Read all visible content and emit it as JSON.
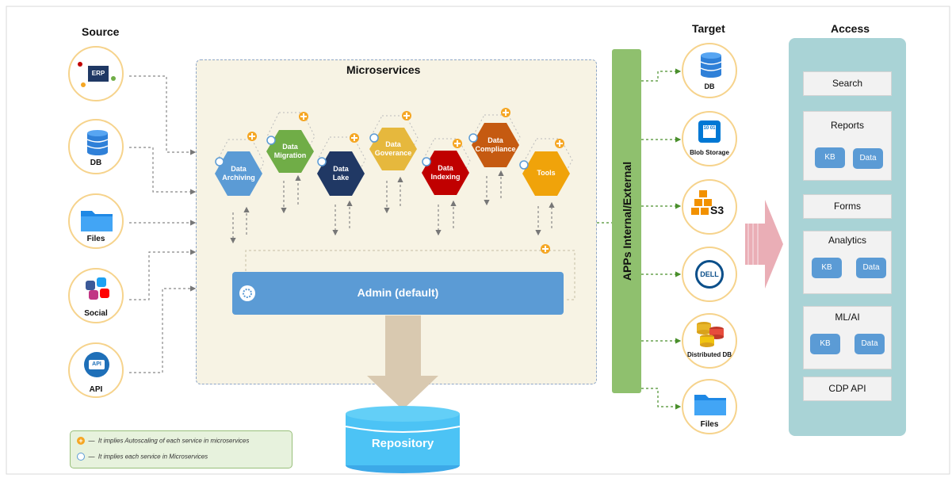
{
  "sections": {
    "source": "Source",
    "microservices": "Microservices",
    "target": "Target",
    "access": "Access"
  },
  "sources": [
    {
      "label": "",
      "icon": "erp-icon",
      "inner": "ERP"
    },
    {
      "label": "DB",
      "icon": "database-icon"
    },
    {
      "label": "Files",
      "icon": "folder-icon"
    },
    {
      "label": "Social",
      "icon": "social-icon"
    },
    {
      "label": "API",
      "icon": "api-icon",
      "inner": "API"
    }
  ],
  "services": [
    {
      "line1": "Data",
      "line2": "Archiving",
      "color": "#5b9bd5"
    },
    {
      "line1": "Data",
      "line2": "Migration",
      "color": "#70ad47"
    },
    {
      "line1": "Data",
      "line2": "Lake",
      "color": "#203864"
    },
    {
      "line1": "Data",
      "line2": "Goverance",
      "color": "#e6b83d"
    },
    {
      "line1": "Data",
      "line2": "Indexing",
      "color": "#c00000"
    },
    {
      "line1": "Data",
      "line2": "Compliance",
      "color": "#c55a11"
    },
    {
      "line1": "Tools",
      "line2": "",
      "color": "#f0a30a"
    }
  ],
  "admin": "Admin (default)",
  "repository": "Repository",
  "apps_label": "APPs Internal/External",
  "targets": [
    {
      "label": "DB",
      "icon": "database-icon"
    },
    {
      "label": "Blob Storage",
      "icon": "blob-storage-icon",
      "inner": "10 01"
    },
    {
      "label": "S3",
      "icon": "s3-icon"
    },
    {
      "label": "",
      "icon": "dell-logo-icon",
      "inner": "DELL"
    },
    {
      "label": "Distributed DB",
      "icon": "distributed-db-icon"
    },
    {
      "label": "Files",
      "icon": "folder-icon"
    }
  ],
  "access": {
    "search": "Search",
    "reports": {
      "title": "Reports",
      "kb": "KB",
      "data": "Data"
    },
    "forms": "Forms",
    "analytics": {
      "title": "Analytics",
      "kb": "KB",
      "data": "Data"
    },
    "mlai": {
      "title": "ML/AI",
      "kb": "KB",
      "data": "Data"
    },
    "cdp": "CDP API"
  },
  "legend": {
    "autoscale": "It implies Autoscaling of each service in microservices",
    "service": "It implies each service in Microservices"
  },
  "colors": {
    "accent_blue": "#5b9bd5",
    "green": "#8fc06e",
    "teal": "#a9d3d6",
    "orange": "#f5a623",
    "pink_arrow": "#e8a5ae"
  }
}
